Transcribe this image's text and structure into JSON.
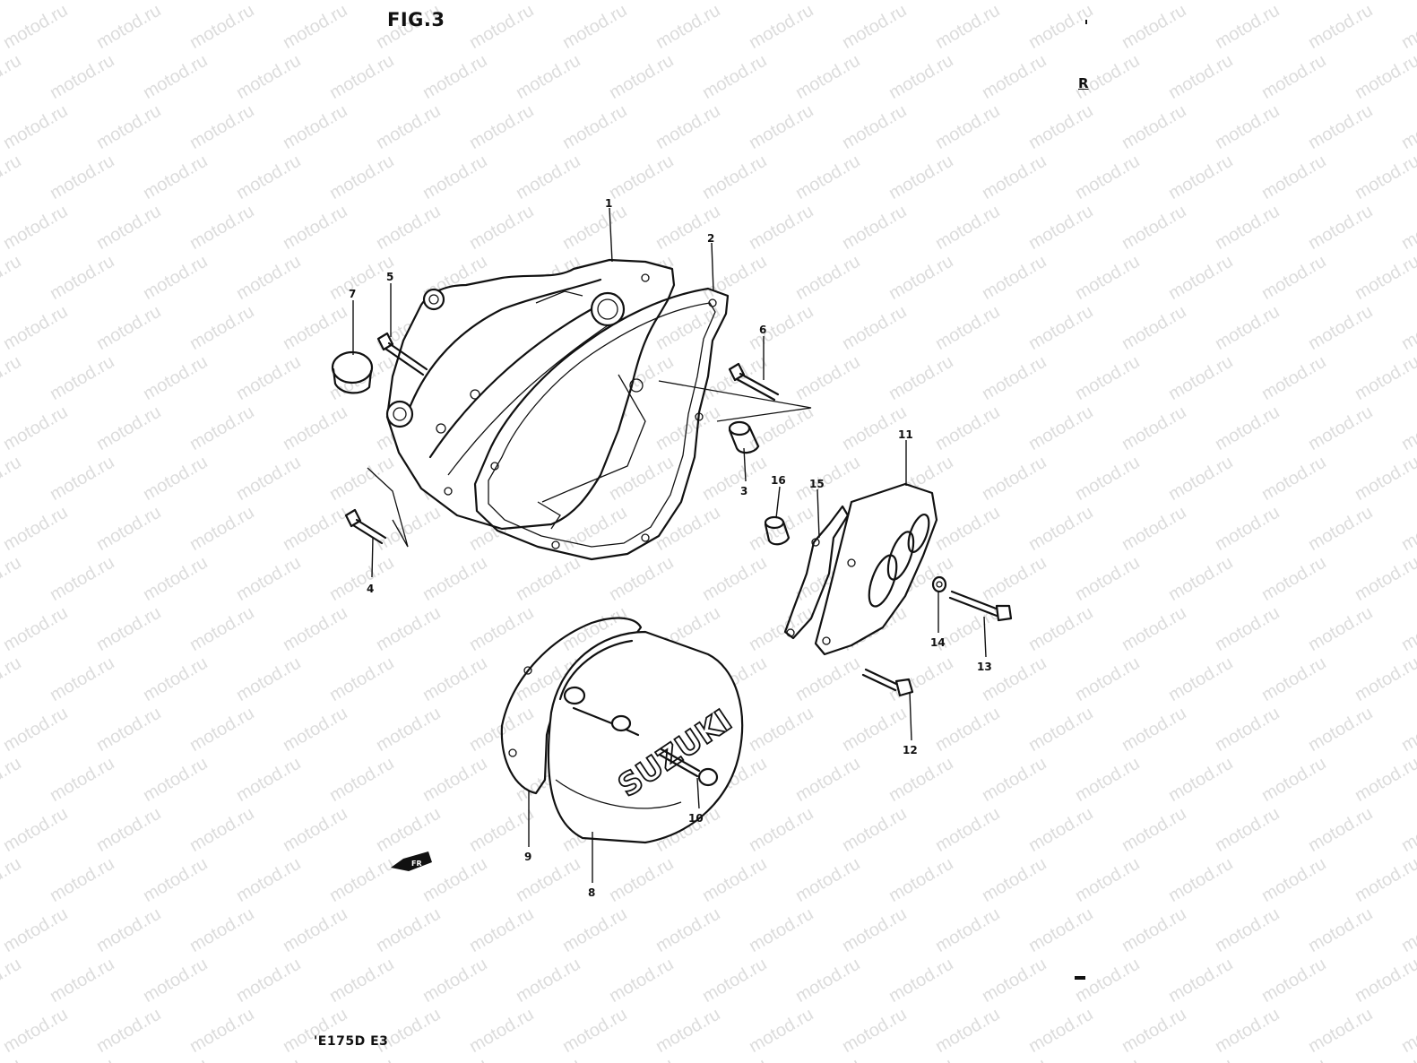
{
  "figure": {
    "title": "FIG.3",
    "corner_mark": "R",
    "model_code": "'E175D E3"
  },
  "watermark": {
    "text": "motod.ru"
  },
  "callouts": [
    {
      "id": "c1",
      "label": "1"
    },
    {
      "id": "c2",
      "label": "2"
    },
    {
      "id": "c3",
      "label": "3"
    },
    {
      "id": "c4",
      "label": "4"
    },
    {
      "id": "c5",
      "label": "5"
    },
    {
      "id": "c6",
      "label": "6"
    },
    {
      "id": "c7",
      "label": "7"
    },
    {
      "id": "c8",
      "label": "8"
    },
    {
      "id": "c9",
      "label": "9"
    },
    {
      "id": "c10",
      "label": "10"
    },
    {
      "id": "c11",
      "label": "11"
    },
    {
      "id": "c12",
      "label": "12"
    },
    {
      "id": "c13",
      "label": "13"
    },
    {
      "id": "c14",
      "label": "14"
    },
    {
      "id": "c15",
      "label": "15"
    },
    {
      "id": "c16",
      "label": "16"
    }
  ],
  "cover_logo": "SUZUKI",
  "front_arrow": "FR"
}
